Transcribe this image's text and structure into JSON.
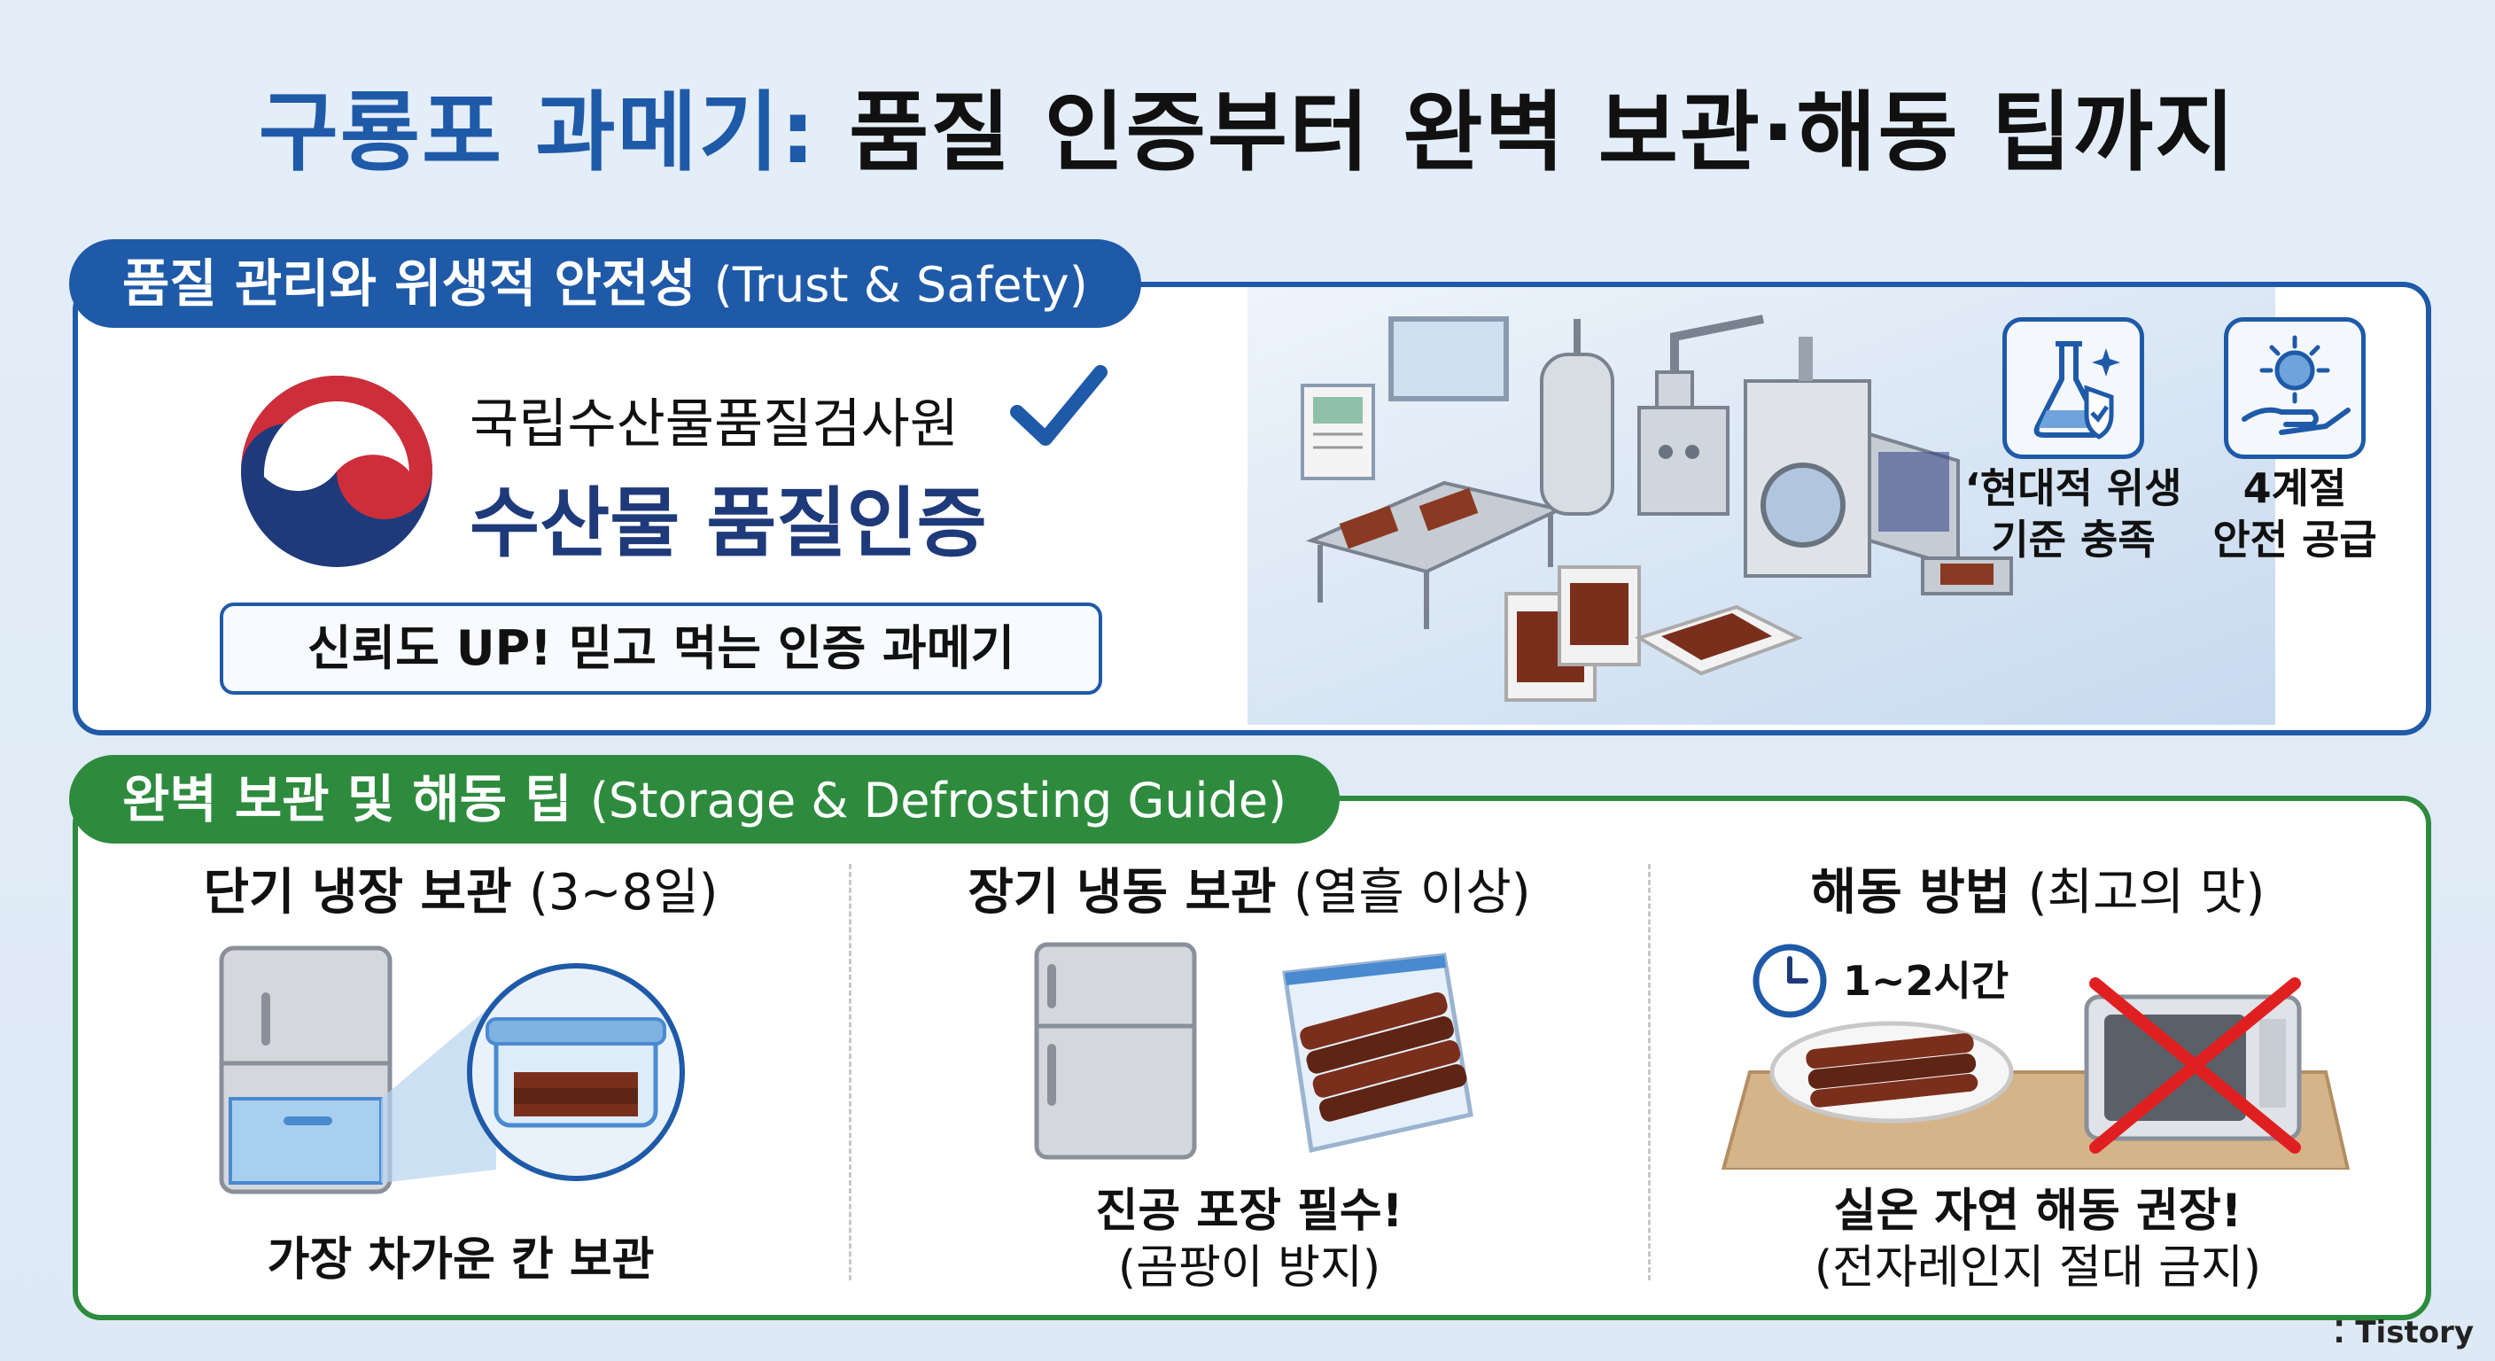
{
  "title": {
    "part_blue": "구룡포 과메기:",
    "part_dark": "품질 인증부터 완벽 보관·해동 팁까지"
  },
  "quality": {
    "tab_label": "품질 관리와 위생적 안전성",
    "tab_label_en": "(Trust & Safety)",
    "institution": "국립수산물품질검사원",
    "certification": "수산물 품질인증",
    "trust_slogan": "신뢰도 UP! 믿고 먹는 인증 과메기",
    "features": [
      {
        "icon": "flask-shield-icon",
        "label_line1": "‘현대적 위생",
        "label_line2": "기준 충족"
      },
      {
        "icon": "hand-sun-icon",
        "label_line1": "4계절",
        "label_line2": "안전 공급"
      }
    ]
  },
  "storage": {
    "tab_label": "완벽 보관 및 해동 팁",
    "tab_label_en": "(Storage & Defrosting Guide)",
    "sections": [
      {
        "title": "단기 냉장 보관",
        "title_paren": "(3~8일)",
        "caption_line1": "가장 차가운 칸 보관",
        "caption_line2": ""
      },
      {
        "title": "장기 냉동 보관",
        "title_paren": "(열흘 이상)",
        "caption_line1": "진공 포장 필수!",
        "caption_line2": "(곰팡이 방지)"
      },
      {
        "title": "해동 방법",
        "title_paren": "(최고의 맛)",
        "caption_line1": "실온 자연 해동 권장!",
        "caption_line2": "(전자레인지 절대 금지)",
        "timer": "1~2시간"
      }
    ]
  },
  "brand": "Tistory",
  "colors": {
    "blue": "#1f5aa8",
    "green": "#2e8b3e",
    "red": "#e02020"
  }
}
